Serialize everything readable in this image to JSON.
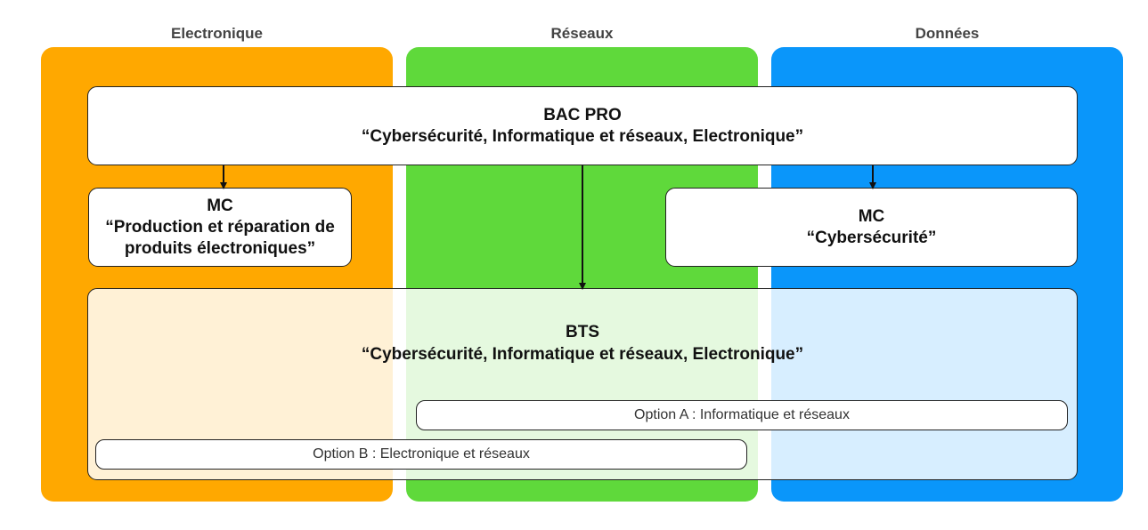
{
  "columns": [
    {
      "title": "Electronique",
      "color": "#FFA800"
    },
    {
      "title": "Réseaux",
      "color": "#5FD93B"
    },
    {
      "title": "Données",
      "color": "#0A96FA"
    }
  ],
  "bac_pro": {
    "line1": "BAC PRO",
    "line2": "“Cybersécurité, Informatique et réseaux, Electronique”"
  },
  "mc_left": {
    "line1": "MC",
    "line2": "“Production et réparation de",
    "line3": "produits électroniques”"
  },
  "mc_right": {
    "line1": "MC",
    "line2": "“Cybersécurité”"
  },
  "bts": {
    "line1": "BTS",
    "line2": "“Cybersécurité, Informatique et réseaux, Electronique”",
    "option_a": "Option A : Informatique et réseaux",
    "option_b": "Option B : Electronique et réseaux"
  }
}
